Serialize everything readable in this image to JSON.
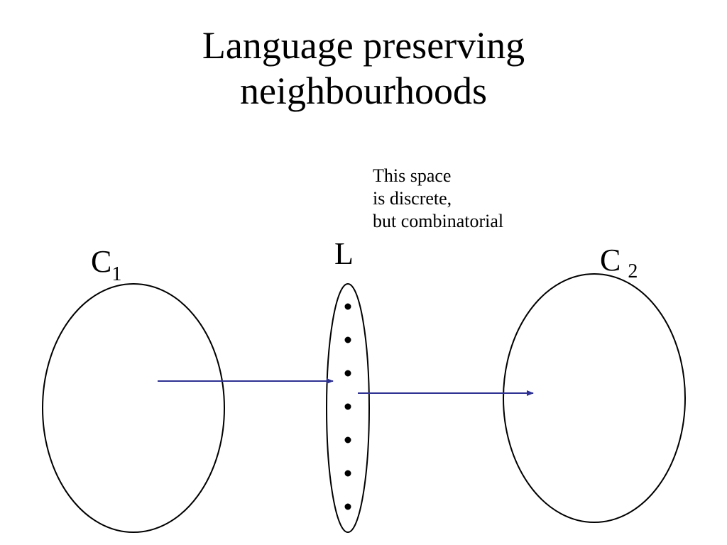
{
  "title": {
    "line1": "Language preserving",
    "line2": "neighbourhoods"
  },
  "note": {
    "line1": "This space",
    "line2": "is discrete,",
    "line3": "but combinatorial"
  },
  "labels": {
    "c1_main": "C",
    "c1_sub": "1",
    "l": "L",
    "c2_main": "C",
    "c2_sub": "2"
  },
  "diagram": {
    "dot_count": 7,
    "arrow_color": "#2e3192"
  }
}
